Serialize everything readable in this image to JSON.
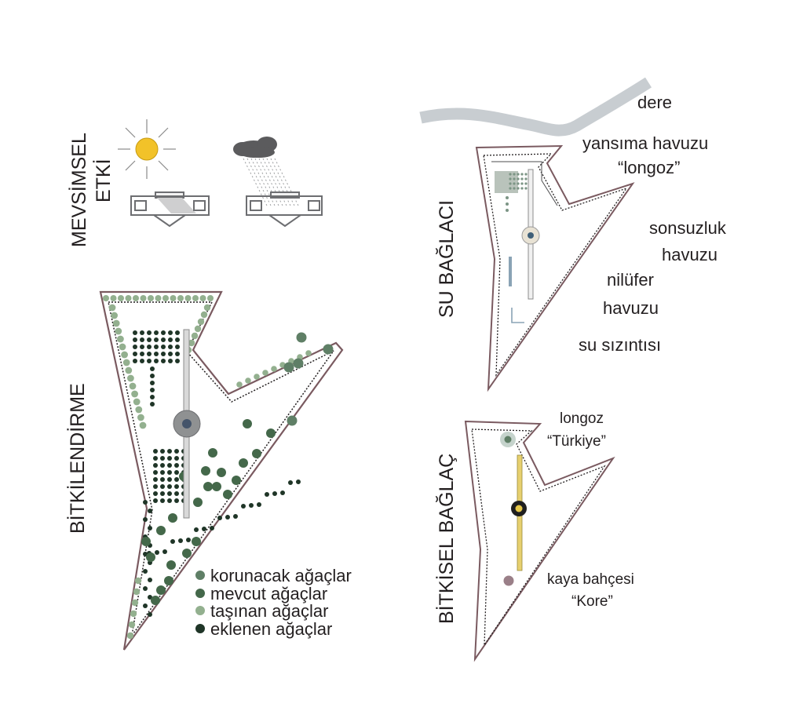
{
  "colors": {
    "outline": "#7a5a60",
    "protected_trees": "#5f7f66",
    "existing_trees": "#44684a",
    "moved_trees": "#93b08f",
    "added_trees": "#1f3527",
    "stream": "#c8cdd1",
    "sun": "#f2c229",
    "accent_yellow": "#e7d06f"
  },
  "seasonal": {
    "title_line1": "MEVSİMSEL",
    "title_line2": "ETKİ",
    "sun_icon": "sun-icon",
    "rain_icon": "rain-cloud-icon"
  },
  "planting": {
    "title": "BİTKİLENDİRME",
    "legend": [
      {
        "label": "korunacak ağaçlar",
        "color_key": "protected_trees"
      },
      {
        "label": "mevcut ağaçlar",
        "color_key": "existing_trees"
      },
      {
        "label": "taşınan ağaçlar",
        "color_key": "moved_trees"
      },
      {
        "label": "eklenen ağaçlar",
        "color_key": "added_trees"
      }
    ]
  },
  "water": {
    "title": "SU BAĞLACI",
    "labels": {
      "dere": "dere",
      "yansima_1": "yansıma havuzu",
      "yansima_2": "“longoz”",
      "sonsuzluk_1": "sonsuzluk",
      "sonsuzluk_2": "havuzu",
      "nilufer_1": "nilüfer",
      "nilufer_2": "havuzu",
      "sizinti": "su sızıntısı"
    }
  },
  "botanical": {
    "title": "BİTKİSEL BAĞLAÇ",
    "labels": {
      "longoz": "longoz",
      "turkiye": "“Türkiye”",
      "kaya": "kaya bahçesi",
      "kore": "“Kore”"
    }
  }
}
